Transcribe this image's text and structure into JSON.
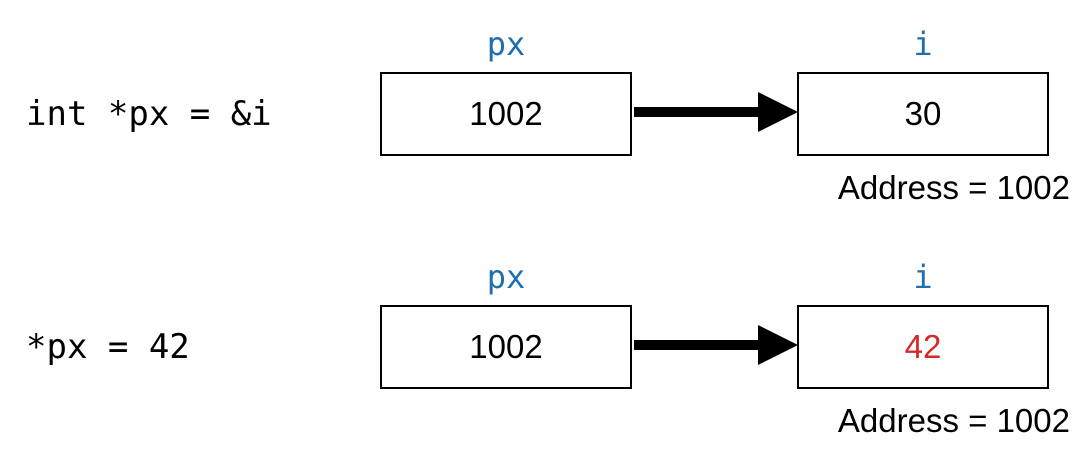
{
  "rows": [
    {
      "statement": "int *px = &i",
      "pointer": {
        "name": "px",
        "value": "1002"
      },
      "target": {
        "name": "i",
        "value": "30",
        "value_color": "#000000"
      },
      "address": "Address = 1002"
    },
    {
      "statement": "*px = 42",
      "pointer": {
        "name": "px",
        "value": "1002"
      },
      "target": {
        "name": "i",
        "value": "42",
        "value_color": "#d42a2a"
      },
      "address": "Address = 1002"
    }
  ],
  "colors": {
    "variable_label": "#1f6faf",
    "changed_value": "#d42a2a",
    "outline": "#000000"
  }
}
